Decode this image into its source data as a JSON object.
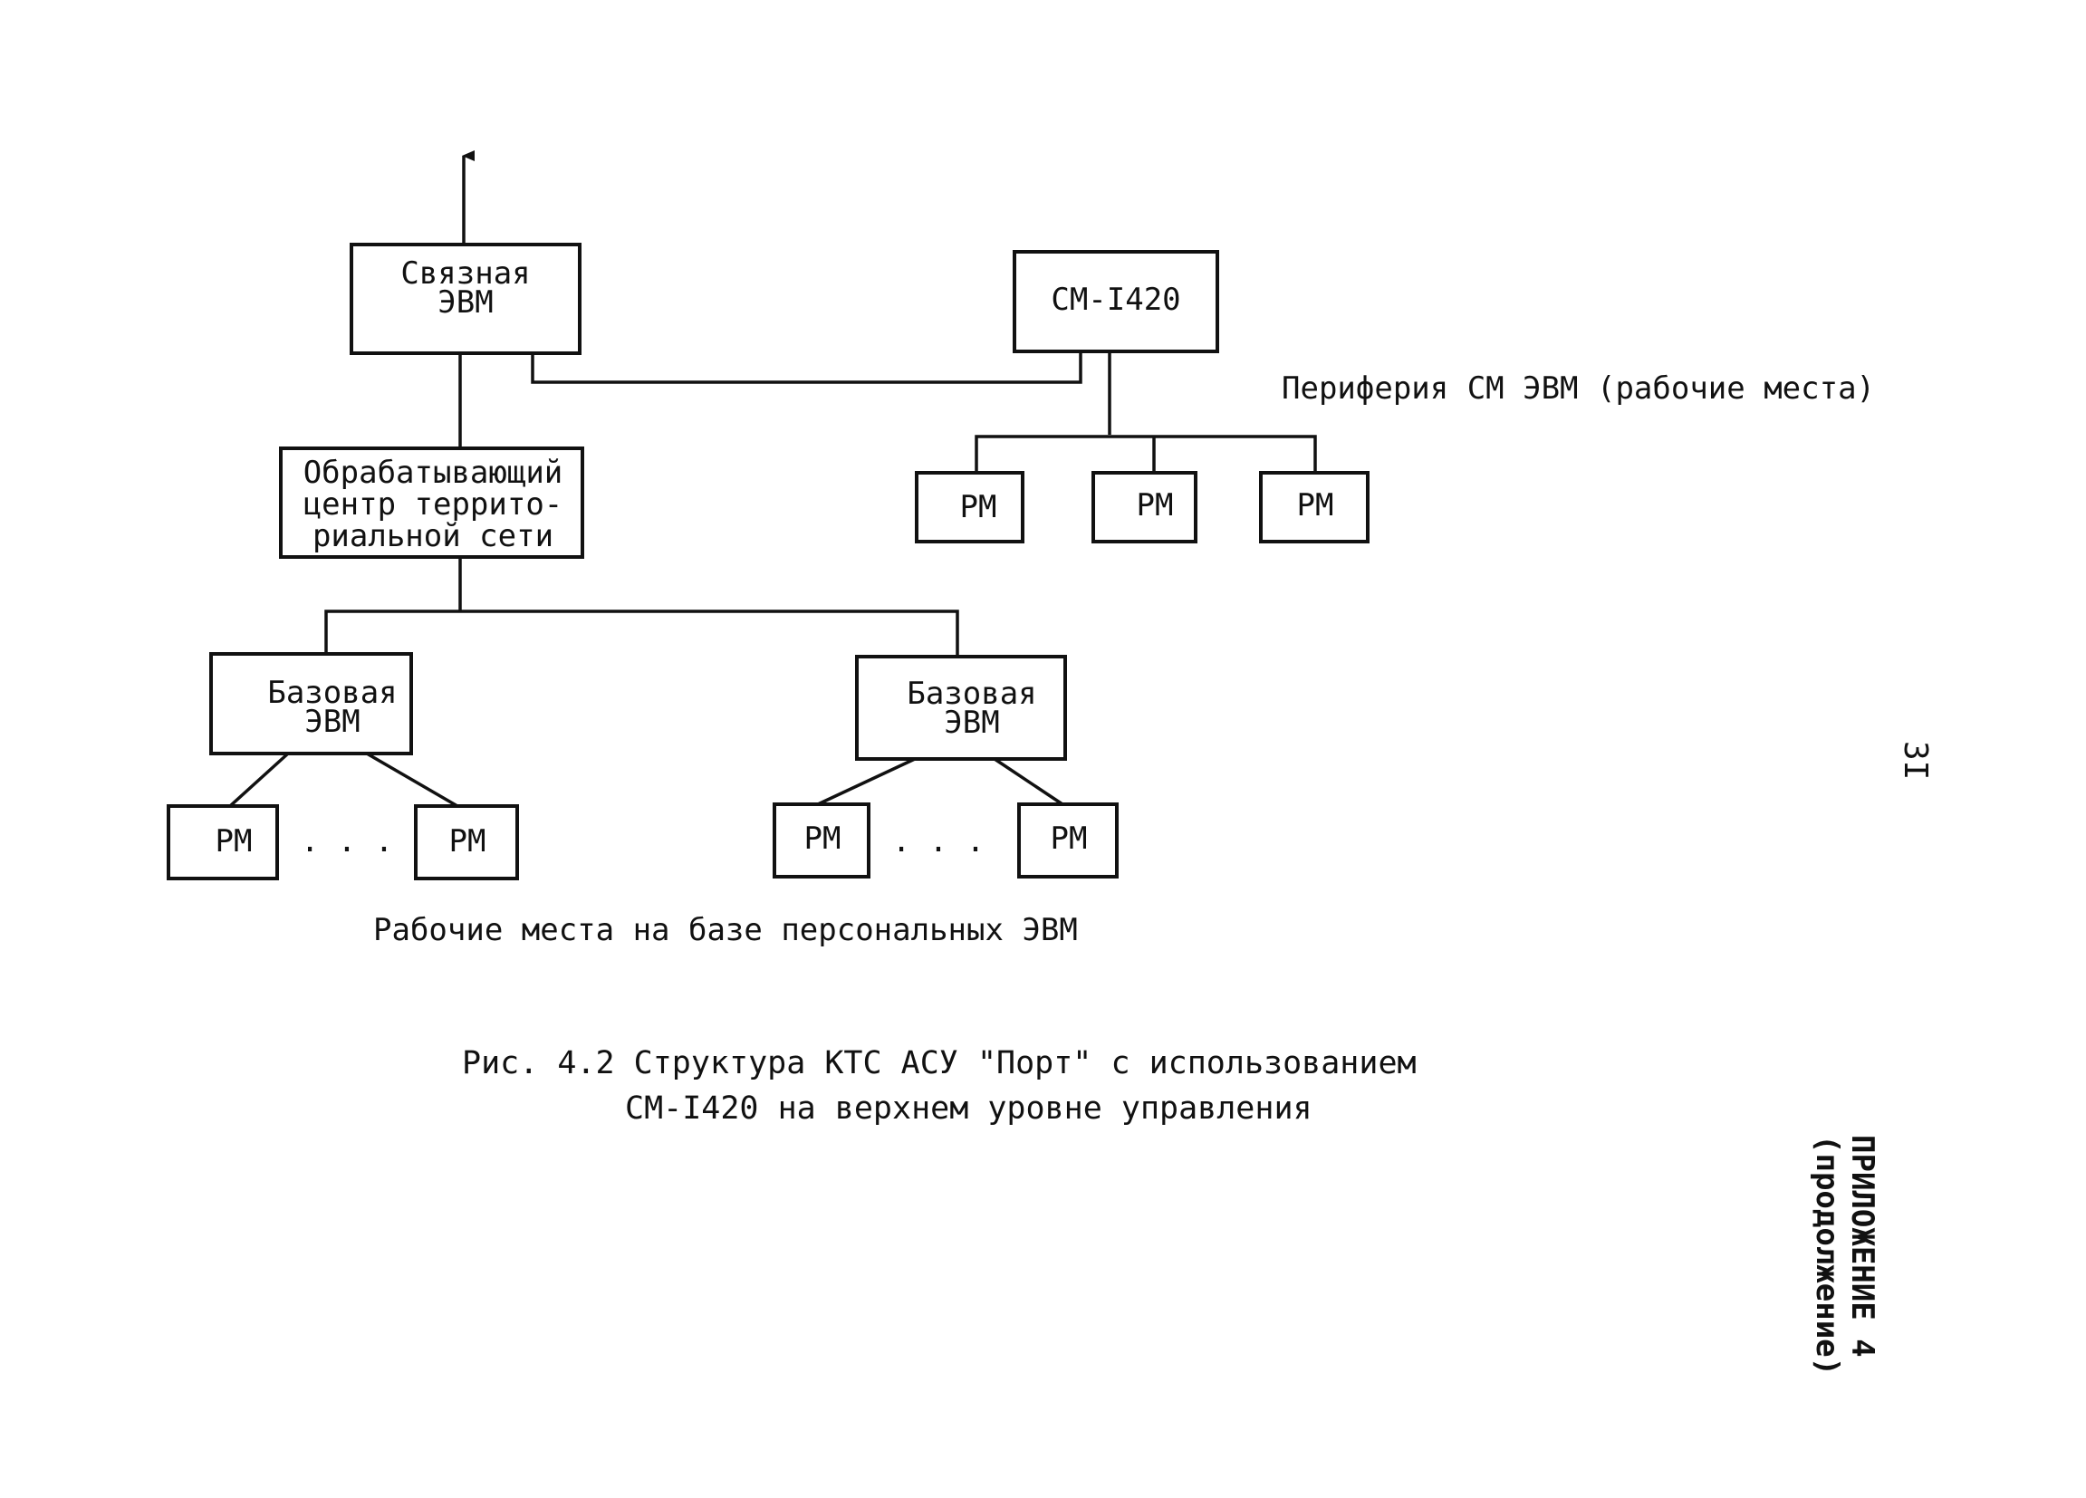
{
  "nodes": {
    "svyaznaya": {
      "lines": [
        "Связная",
        "ЭВМ"
      ]
    },
    "sm1420": {
      "lines": [
        "СМ-I420"
      ]
    },
    "processing": {
      "lines": [
        "Обрабатывающий",
        "центр террито-",
        "риальной сети"
      ]
    },
    "base_left": {
      "lines": [
        "Базовая",
        "ЭВМ"
      ]
    },
    "base_right": {
      "lines": [
        "Базовая",
        "ЭВМ"
      ]
    },
    "rm_top_1": {
      "lines": [
        "РМ"
      ]
    },
    "rm_top_2": {
      "lines": [
        "РМ"
      ]
    },
    "rm_top_3": {
      "lines": [
        "РМ"
      ]
    },
    "rm_bl_1": {
      "lines": [
        "РМ"
      ]
    },
    "rm_bl_2": {
      "lines": [
        "РМ"
      ]
    },
    "rm_br_1": {
      "lines": [
        "РМ"
      ]
    },
    "rm_br_2": {
      "lines": [
        "РМ"
      ]
    }
  },
  "labels": {
    "periphery": "Периферия СМ ЭВМ (рабочие места)",
    "workstations": "Рабочие места на базе персональных ЭВМ",
    "ellipsis": ". . .",
    "caption_line1": "Рис. 4.2 Структура КТС АСУ \"Порт\" с использованием",
    "caption_line2": "СМ-I420 на верхнем уровне управления",
    "page_number": "3I",
    "appendix_line1": "ПРИЛОЖЕНИЕ 4",
    "appendix_line2": "(продолжение)"
  }
}
